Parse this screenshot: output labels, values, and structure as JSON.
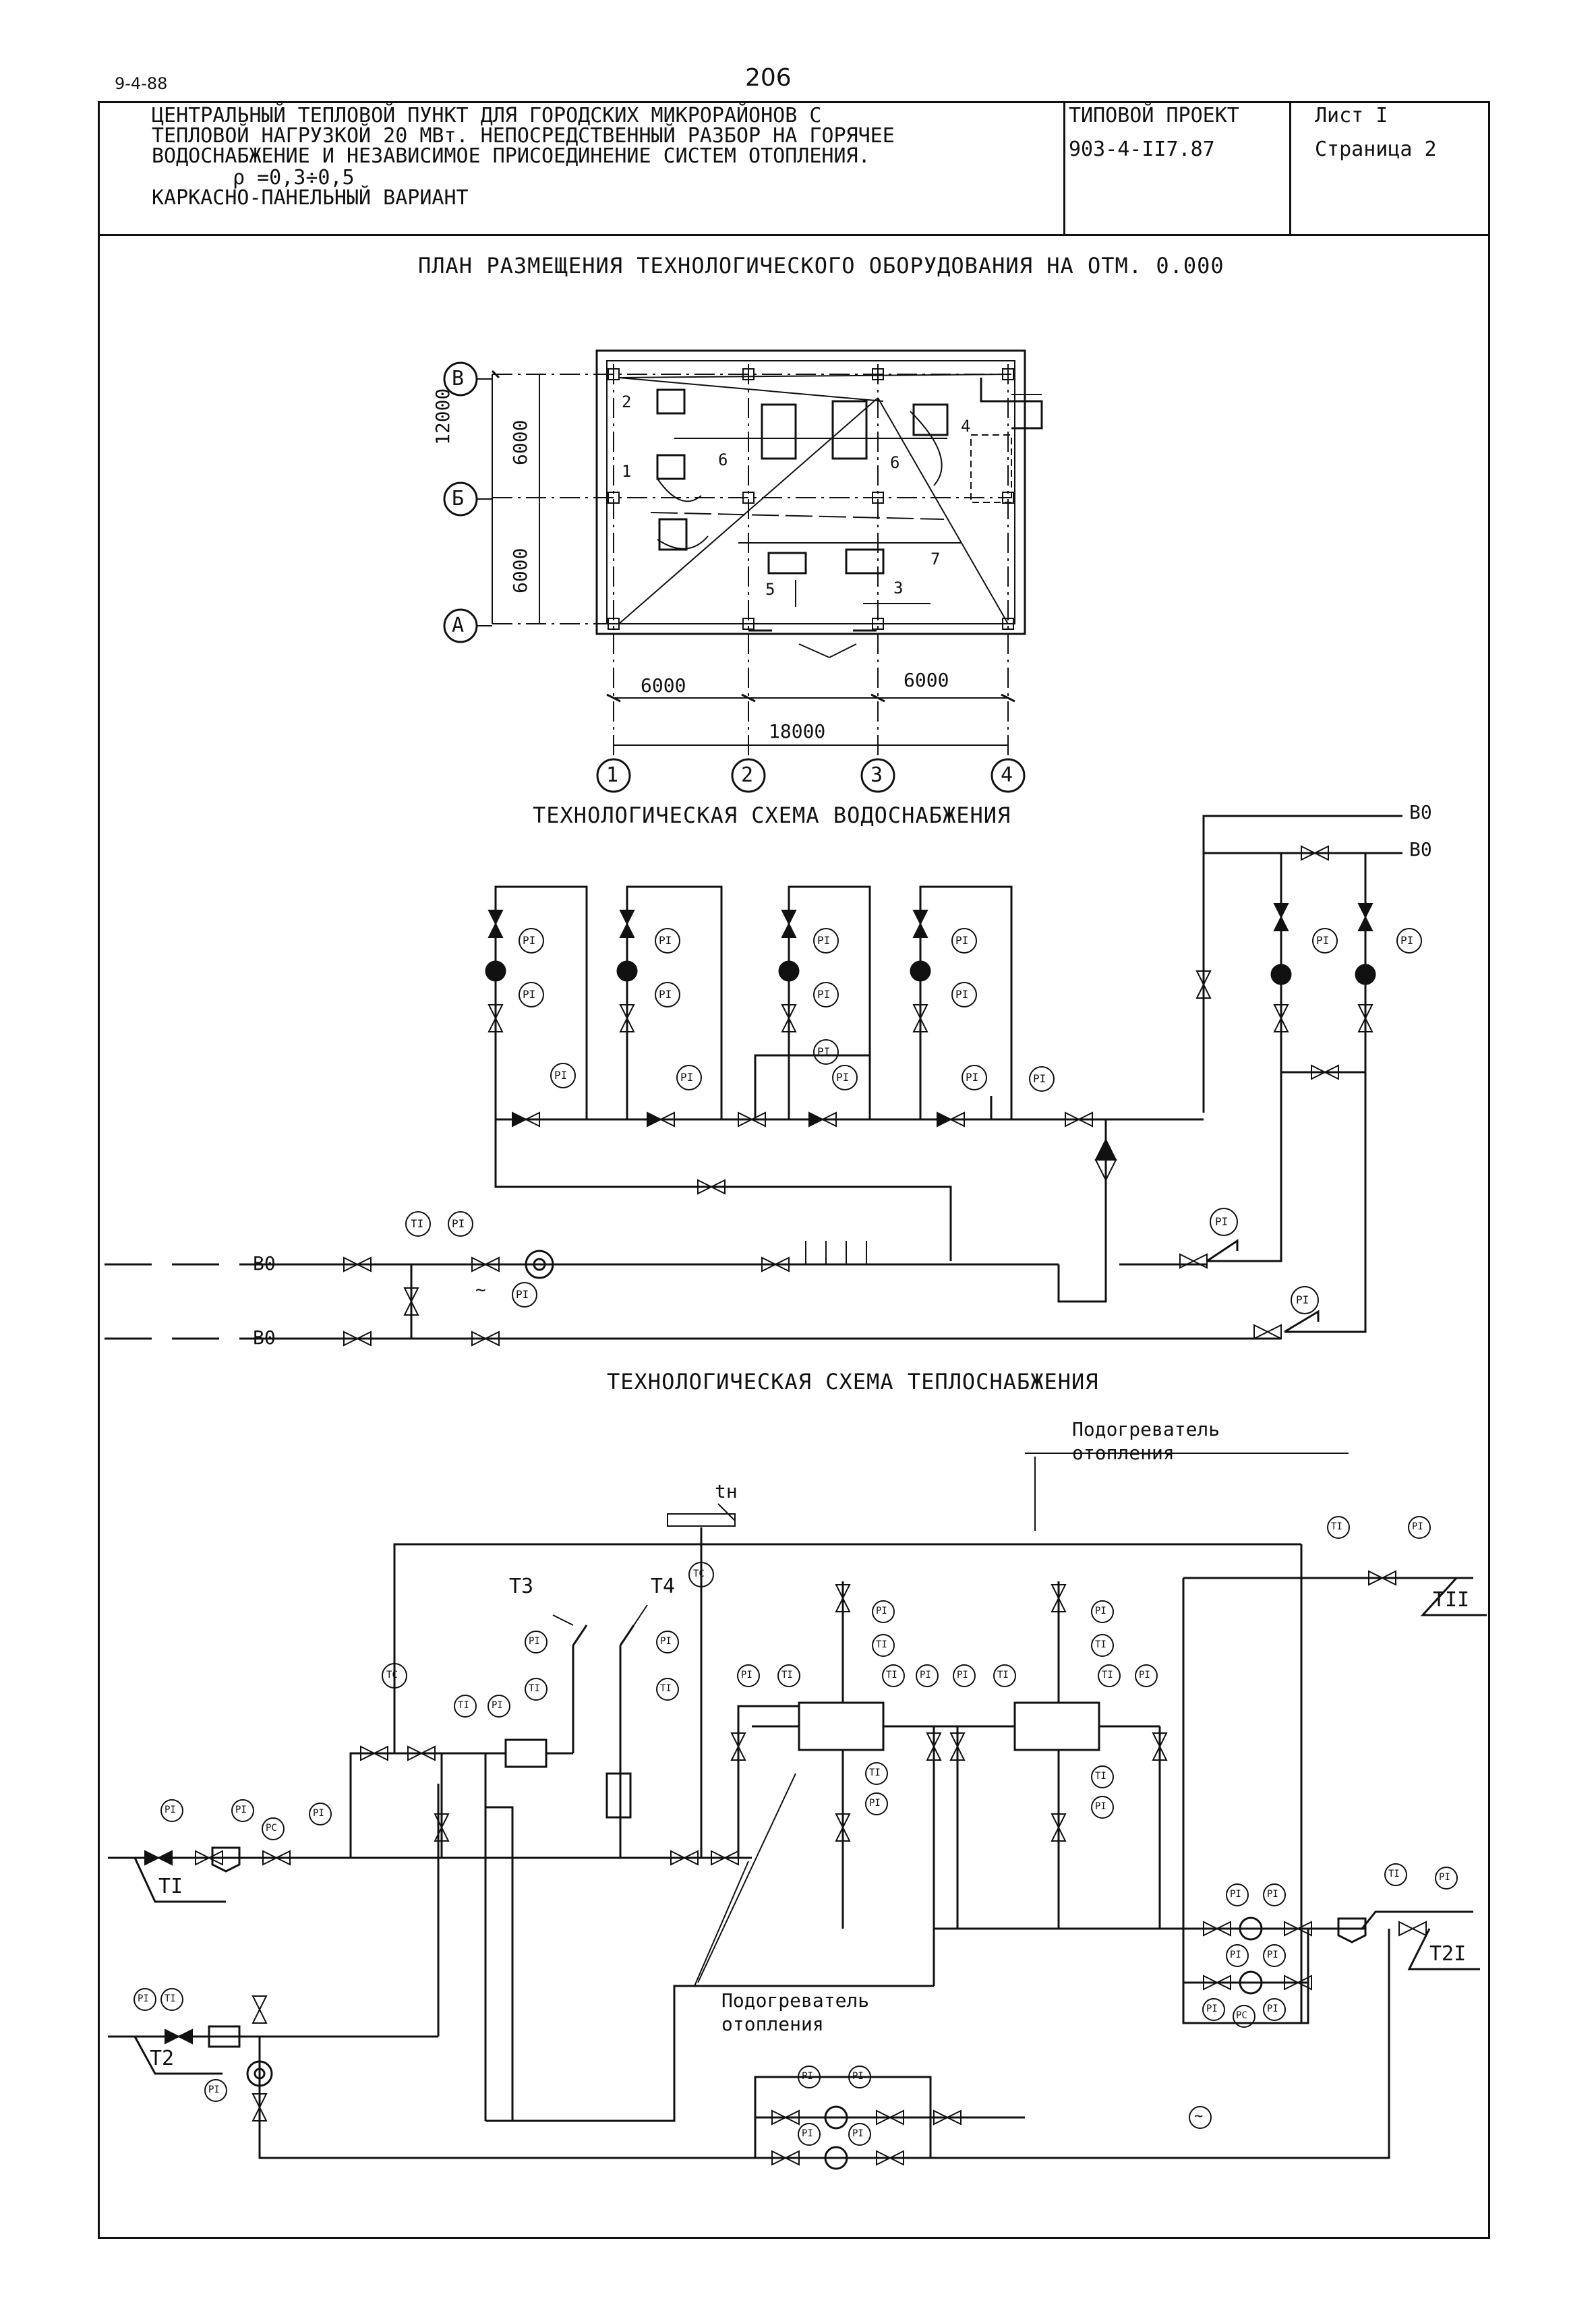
{
  "header": {
    "corner_code": "9-4-88",
    "page_number": "206"
  },
  "title_block": {
    "description_lines": [
      "ЦЕНТРАЛЬНЫЙ ТЕПЛОВОЙ ПУНКТ ДЛЯ ГОРОДСКИХ МИКРОРАЙОНОВ С",
      "ТЕПЛОВОЙ НАГРУЗКОЙ 20 МВт. НЕПОСРЕДСТВЕННЫЙ РАЗБОР НА ГОРЯЧЕЕ",
      "ВОДОСНАБЖЕНИЕ И НЕЗАВИСИМОЕ ПРИСОЕДИНЕНИЕ СИСТЕМ ОТОПЛЕНИЯ.",
      "ρ =0,3÷0,5",
      "КАРКАСНО-ПАНЕЛЬНЫЙ ВАРИАНТ"
    ],
    "project_label": "ТИПОВОЙ ПРОЕКТ",
    "project_number": "903-4-II7.87",
    "sheet_label": "Лист I",
    "page_label": "Страница 2"
  },
  "plan": {
    "heading": "ПЛАН РАЗМЕЩЕНИЯ ТЕХНОЛОГИЧЕСКОГО ОБОРУДОВАНИЯ НА ОТМ. 0.000",
    "row_axes": [
      "В",
      "Б",
      "А"
    ],
    "column_axes": [
      "1",
      "2",
      "3",
      "4"
    ],
    "dim_total_vertical": "12000",
    "dim_upper": "6000",
    "dim_lower": "6000",
    "dim_left": "6000",
    "dim_right": "6000",
    "dim_total_horizontal": "18000",
    "equipment_labels": [
      "1",
      "2",
      "3",
      "4",
      "5",
      "6",
      "6",
      "7"
    ]
  },
  "water_scheme": {
    "heading": "ТЕХНОЛОГИЧЕСКАЯ СХЕМА ВОДОСНАБЖЕНИЯ",
    "line_label": "В0",
    "instrument_pressure": "PI",
    "instrument_temperature": "TI",
    "meter_symbol": "~"
  },
  "heat_scheme": {
    "heading": "ТЕХНОЛОГИЧЕСКАЯ СХЕМА ТЕПЛОСНАБЖЕНИЯ",
    "heater_label_top": [
      "Подогреватель",
      "отопления"
    ],
    "heater_label_bottom": [
      "Подогреватель",
      "отопления"
    ],
    "outdoor_sensor": "tн",
    "lines": [
      "T1",
      "T2",
      "T3",
      "T4",
      "T11",
      "T21"
    ],
    "line_display": {
      "t1": "TI",
      "t2": "T2",
      "t3": "T3",
      "t4": "T4",
      "t11": "TII",
      "t21": "T2I"
    },
    "instruments": [
      "PI",
      "TI",
      "TC",
      "PC"
    ]
  }
}
